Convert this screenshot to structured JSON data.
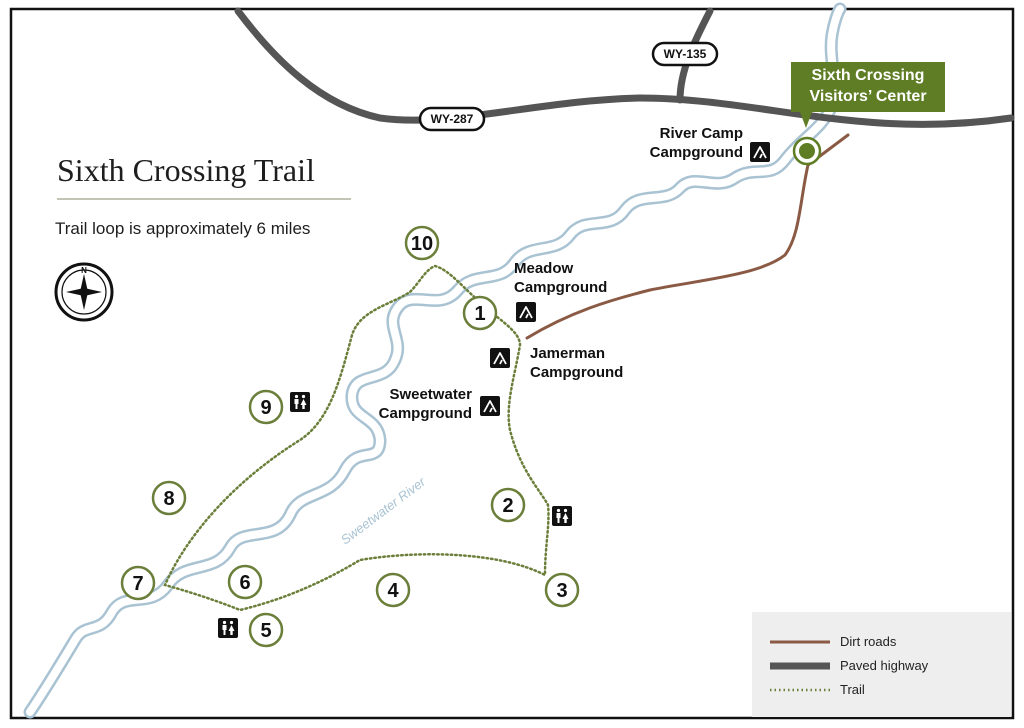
{
  "title": "Sixth Crossing Trail",
  "subtitle": "Trail loop is approximately 6 miles",
  "compass_letter": "N",
  "highways": [
    {
      "label": "WY-287"
    },
    {
      "label": "WY-135"
    }
  ],
  "visitors_center": {
    "line1": "Sixth Crossing",
    "line2": "Visitors’ Center"
  },
  "campgrounds": {
    "river_camp": {
      "line1": "River Camp",
      "line2": "Campground"
    },
    "meadow": {
      "line1": "Meadow",
      "line2": "Campground"
    },
    "jamerman": {
      "line1": "Jamerman",
      "line2": "Campground"
    },
    "sweetwater": {
      "line1": "Sweetwater",
      "line2": "Campground"
    }
  },
  "river_label": "Sweetwater River",
  "waypoints": [
    "1",
    "2",
    "3",
    "4",
    "5",
    "6",
    "7",
    "8",
    "9",
    "10"
  ],
  "legend": {
    "dirt_roads": "Dirt roads",
    "paved_highway": "Paved highway",
    "trail": "Trail"
  },
  "colors": {
    "dirt_road": "#8b5a45",
    "highway": "#555555",
    "trail": "#6b7f3a",
    "river_outline": "#a9c3d3",
    "waypoint_ring": "#6b7f3a",
    "visitors_center": "#5f7d24",
    "legend_bg": "#eeeeee"
  },
  "icons": [
    "campground-icon",
    "restroom-icon",
    "compass-icon"
  ]
}
